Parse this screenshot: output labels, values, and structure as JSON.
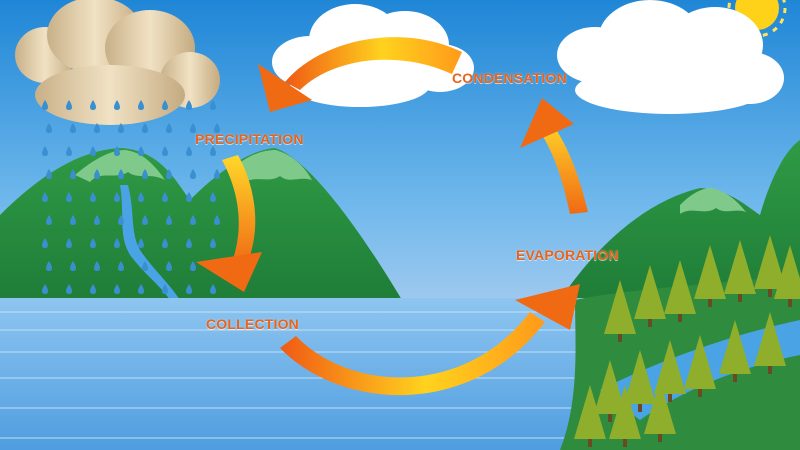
{
  "labels": {
    "condensation": "CONDENSATION",
    "precipitation": "PRECIPITATION",
    "evaporation": "EVAPORATION",
    "collection": "COLLECTION"
  },
  "colors": {
    "label_text": "#e8641c",
    "sky_top": "#1f86d6",
    "sky_bottom": "#e4e0f2",
    "water": "#5fa9e6",
    "mountain": "#2f9a45",
    "snowcap": "#7fc98a",
    "raindrop": "#3a8fd0",
    "arrow_light": "#ffe02a",
    "arrow_dark": "#ee6a10",
    "rain_cloud": "#cbb48a",
    "cloud": "#ffffff",
    "sun": "#ffd21a",
    "tree": "#8fae2c"
  }
}
